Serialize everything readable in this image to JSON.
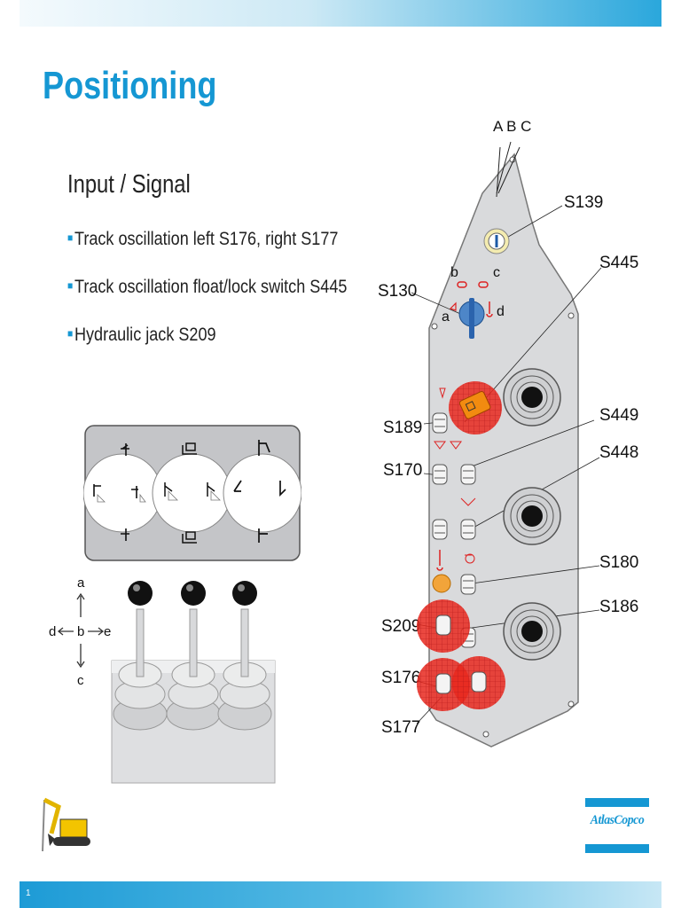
{
  "slide": {
    "title": "Positioning",
    "subtitle": "Input / Signal",
    "bullets": [
      "Track oscillation left S176, right S177",
      "Track oscillation float/lock switch S445",
      "Hydraulic jack S209"
    ],
    "page_number": "1"
  },
  "logo": {
    "text": "AtlasCopco",
    "color": "#1597d3"
  },
  "joystick_diagram": {
    "directions": {
      "up": "a",
      "center": "b",
      "down": "c",
      "left": "d",
      "right": "e"
    }
  },
  "panel": {
    "callouts": {
      "abc": "A B C",
      "s139": "S139",
      "s445": "S445",
      "s130": "S130",
      "s189": "S189",
      "s449": "S449",
      "s448": "S448",
      "s170": "S170",
      "s180": "S180",
      "s186": "S186",
      "s209": "S209",
      "s176": "S176",
      "s177": "S177"
    },
    "switch_positions": {
      "a": "a",
      "b": "b",
      "c": "c",
      "d": "d"
    }
  },
  "colors": {
    "accent": "#1597d3",
    "highlight": "#e8281e",
    "panel": "#d9dadc"
  }
}
